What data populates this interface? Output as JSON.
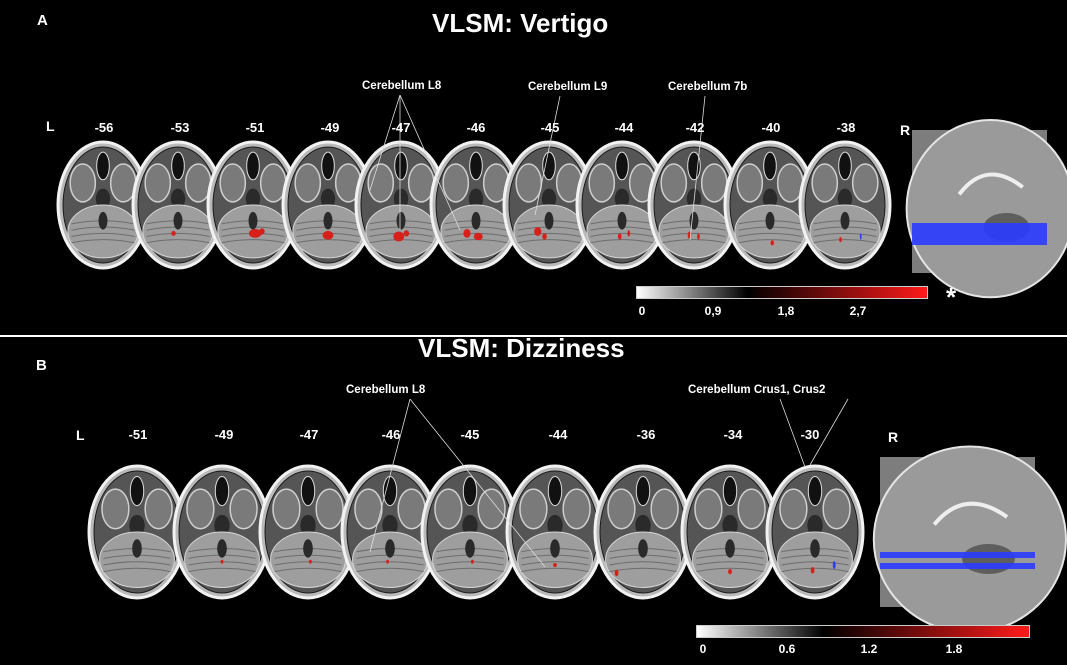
{
  "panel_a": {
    "letter": "A",
    "title": "VLSM: Vertigo",
    "left_label": "L",
    "right_label": "R",
    "coordinates": [
      "-56",
      "-53",
      "-51",
      "-49",
      "-47",
      "-46",
      "-45",
      "-44",
      "-42",
      "-40",
      "-38"
    ],
    "regions": [
      "Cerebellum L8",
      "Cerebellum L9",
      "Cerebellum 7b"
    ],
    "colorbar_ticks": [
      "0",
      "0,9",
      "1,8",
      "2,7"
    ],
    "significance_mark": "*"
  },
  "panel_b": {
    "letter": "B",
    "title": "VLSM: Dizziness",
    "left_label": "L",
    "right_label": "R",
    "coordinates": [
      "-51",
      "-49",
      "-47",
      "-46",
      "-45",
      "-44",
      "-36",
      "-34",
      "-30"
    ],
    "regions": [
      "Cerebellum L8",
      "Cerebellum Crus1, Crus2"
    ],
    "colorbar_ticks": [
      "0",
      "0.6",
      "1.2",
      "1.8"
    ]
  },
  "colors": {
    "background": "#000000",
    "lesion_red": "#d8201a",
    "slice_marker_blue": "#2a3cff",
    "colorbar_end": "#ff1a1a"
  }
}
